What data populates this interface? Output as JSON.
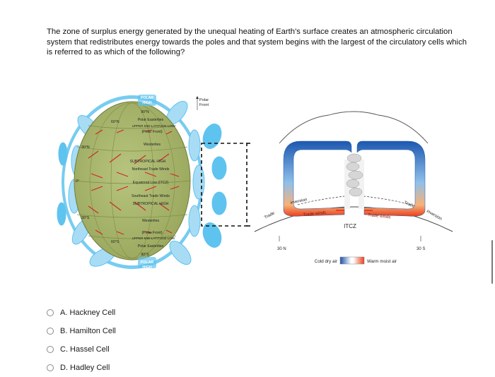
{
  "question": {
    "line1": "The zone of surplus energy generated by the unequal heating of Earth's surface creates an atmospheric circulation",
    "line2": "system that redistributes energy towards the poles and that system begins with the largest of the circulatory cells which",
    "line3": "is referred to as which of the following?"
  },
  "figure": {
    "globe_labels": {
      "polar_high_top_1": "POLAR",
      "polar_high_top_2": "HIGH",
      "lat_90n": "90°N",
      "lat_60n": "60°N",
      "lat_30n": "30°N",
      "lat_0": "0°",
      "lat_30s": "30°S",
      "lat_60s": "60°S",
      "lat_90s": "90°S",
      "polar_easterlies_n": "Polar Easterlies",
      "upper_mid_lat_low_n": "UPPER MID-LATITUDE LOW",
      "polar_front_n": "(Polar Front)",
      "westerlies_n": "Westerlies",
      "subtropical_high_n": "SUBTROPICAL HIGH",
      "ne_trade_winds": "Northeast Trade Winds",
      "equatorial_low": "Equatorial Low (ITCZ)",
      "se_trade_winds": "Southeast Trade Winds",
      "subtropical_high_s": "SUBTROPICAL HIGH",
      "westerlies_s": "Westerlies",
      "polar_front_s": "(Polar Front)",
      "upper_mid_lat_low_s": "UPPER MID-LATITUDE LOW",
      "polar_easterlies_s": "Polar Easterlies",
      "polar_high_bottom_1": "POLAR",
      "polar_high_bottom_2": "HIGH",
      "polar_front_callout_1": "Polar",
      "polar_front_callout_2": "Front"
    },
    "cell_labels": {
      "trade_left": "Trade",
      "inversion_left": "inversion",
      "trade_winds_left": "Trade winds",
      "itcz": "ITCZ",
      "trade_winds_right": "Trade winds",
      "trade_right": "Trade",
      "inversion_right": "inversion",
      "lat_30n": "30 N",
      "lat_30s": "30 S",
      "legend_cold": "Cold dry air",
      "legend_warm": "Warm moist air"
    }
  },
  "options": [
    {
      "label": "A. Hackney Cell"
    },
    {
      "label": "B. Hamilton Cell"
    },
    {
      "label": "C. Hassel Cell"
    },
    {
      "label": "D. Hadley Cell"
    }
  ],
  "colors": {
    "globe_green": "#a9b66e",
    "cell_blue": "#1f5fb8",
    "cell_red": "#e8401e",
    "cloud_blue": "#5fc3ef",
    "arrow_red": "#d2232a"
  }
}
